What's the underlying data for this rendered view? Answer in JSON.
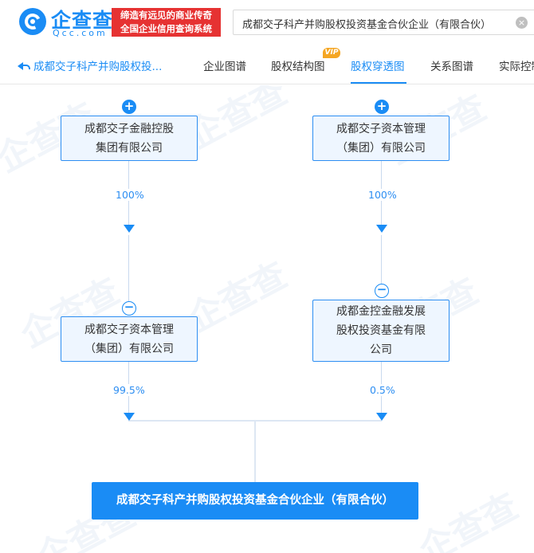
{
  "brand": {
    "logo_text": "企查查",
    "logo_sub": "Qcc.com",
    "slogan_line1": "缔造有远见的商业传奇",
    "slogan_line2": "全国企业信用查询系统"
  },
  "search": {
    "value": "成都交子科产并购股权投资基金合伙企业（有限合伙）"
  },
  "nav": {
    "back_label": "成都交子科产并购股权投...",
    "tabs": [
      {
        "label": "企业图谱"
      },
      {
        "label": "股权结构图"
      },
      {
        "label": "股权穿透图"
      },
      {
        "label": "关系图谱"
      },
      {
        "label": "实际控制"
      }
    ],
    "vip_badge": "VIP",
    "active_tab": "股权穿透图"
  },
  "graph": {
    "top_left": {
      "line1": "成都交子金融控股",
      "line2": "集团有限公司",
      "toggle": "+"
    },
    "top_right": {
      "line1": "成都交子资本管理",
      "line2": "（集团）有限公司",
      "toggle": "+"
    },
    "top_left_pct": "100%",
    "top_right_pct": "100%",
    "mid_left": {
      "line1": "成都交子资本管理",
      "line2": "（集团）有限公司",
      "toggle": "−"
    },
    "mid_right": {
      "line1": "成都金控金融发展",
      "line2": "股权投资基金有限",
      "line3": "公司",
      "toggle": "−"
    },
    "mid_left_pct": "99.5%",
    "mid_right_pct": "0.5%",
    "target": "成都交子科产并购股权投资基金合伙企业（有限合伙）"
  },
  "watermark": "企查查",
  "colors": {
    "accent": "#1a8cf5",
    "slogan_bg": "#e63232",
    "vip": "#f5a623"
  }
}
